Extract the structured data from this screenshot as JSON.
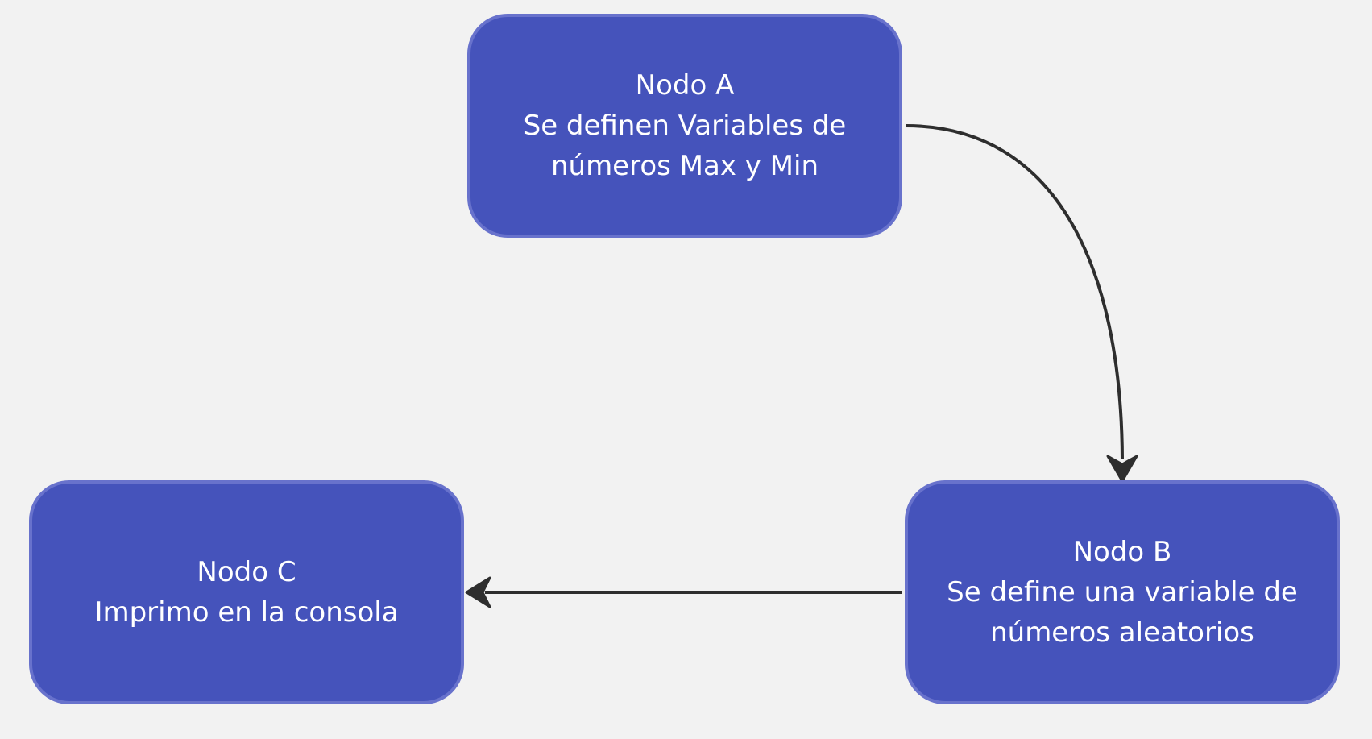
{
  "diagram": {
    "node_color": "#4553bb",
    "edge_color": "#2e2e2e",
    "background": "#f2f2f2",
    "nodes": [
      {
        "id": "A",
        "lines": [
          "Nodo A",
          "Se definen Variables de",
          "números Max y Min"
        ]
      },
      {
        "id": "B",
        "lines": [
          "Nodo B",
          "Se define una variable de",
          "números aleatorios"
        ]
      },
      {
        "id": "C",
        "lines": [
          "Nodo C",
          "Imprimo en la consola"
        ]
      }
    ],
    "edges": [
      {
        "from": "A",
        "to": "B"
      },
      {
        "from": "B",
        "to": "C"
      }
    ]
  }
}
